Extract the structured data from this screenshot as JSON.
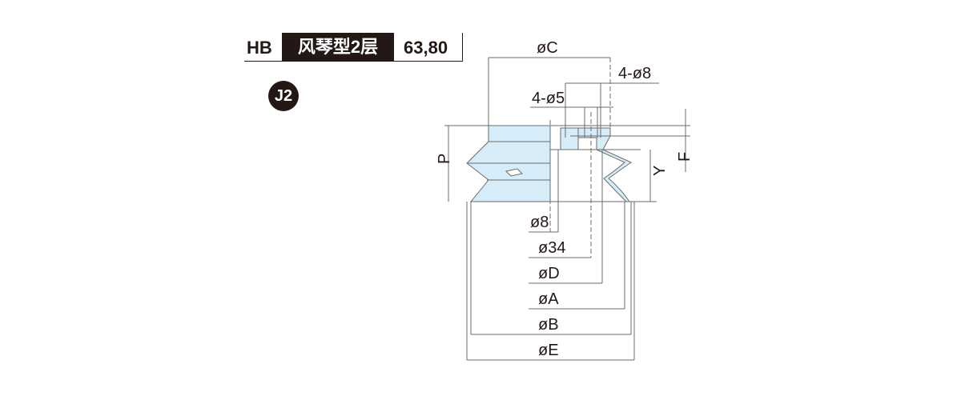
{
  "header": {
    "series": "HB",
    "type": "风琴型2层",
    "sizes": "63,80"
  },
  "badge": "J2",
  "dimensions": {
    "c": "øC",
    "holes_large": "4-ø8",
    "holes_small": "4-ø5",
    "p": "P",
    "y": "Y",
    "f": "F",
    "port": "ø8",
    "d34": "ø34",
    "d": "øD",
    "a": "øA",
    "b": "øB",
    "e": "øE"
  },
  "colors": {
    "fill": "#d6ecf8",
    "ink": "#231815",
    "line": "#6b6b6b"
  }
}
